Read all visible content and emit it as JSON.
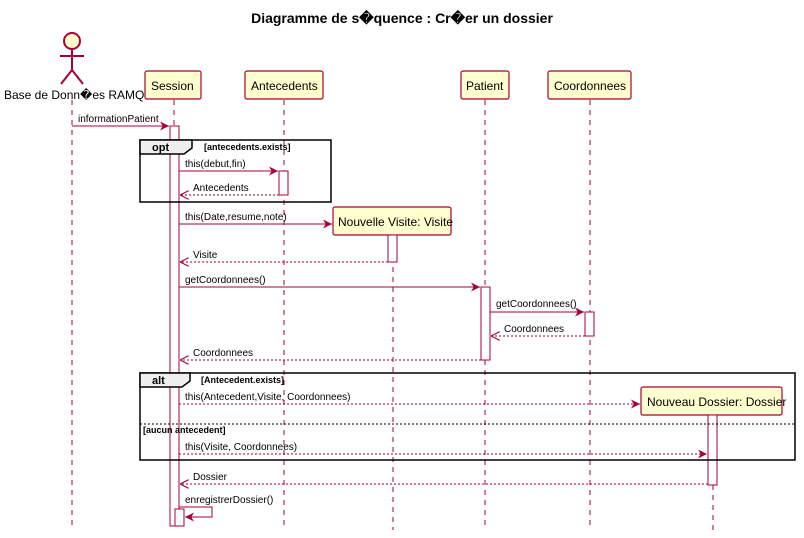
{
  "title": "Diagramme de s�quence : Cr�er un dossier",
  "participants": {
    "actor": "Base de Donn�es RAMQ",
    "session": "Session",
    "antecedents": "Antecedents",
    "patient": "Patient",
    "coordonnees": "Coordonnees",
    "visite": "Nouvelle Visite: Visite",
    "dossier": "Nouveau Dossier: Dossier"
  },
  "fragments": {
    "opt_keyword": "opt",
    "opt_condition": "[antecedents.exists]",
    "alt_keyword": "alt",
    "alt_condition": "[Antecedent.exists]",
    "else_condition": "[aucun antecedent]"
  },
  "messages": {
    "m1": "informationPatient",
    "m2": "this(debut,fin)",
    "m3": "Antecedents",
    "m4": "this(Date,resume,note)",
    "m5": "Visite",
    "m6": "getCoordonnees()",
    "m7": "getCoordonnees()",
    "m8": "Coordonnees",
    "m9": "Coordonnees",
    "m10": "this(Antecedent,Visite, Coordonnees)",
    "m11": "this(Visite, Coordonnees)",
    "m12": "Dossier",
    "m13": "enregistrerDossier()"
  },
  "colors": {
    "participant_fill": "#FEFECE",
    "border": "#A80036",
    "fragment_tab": "#EEEEEE"
  }
}
